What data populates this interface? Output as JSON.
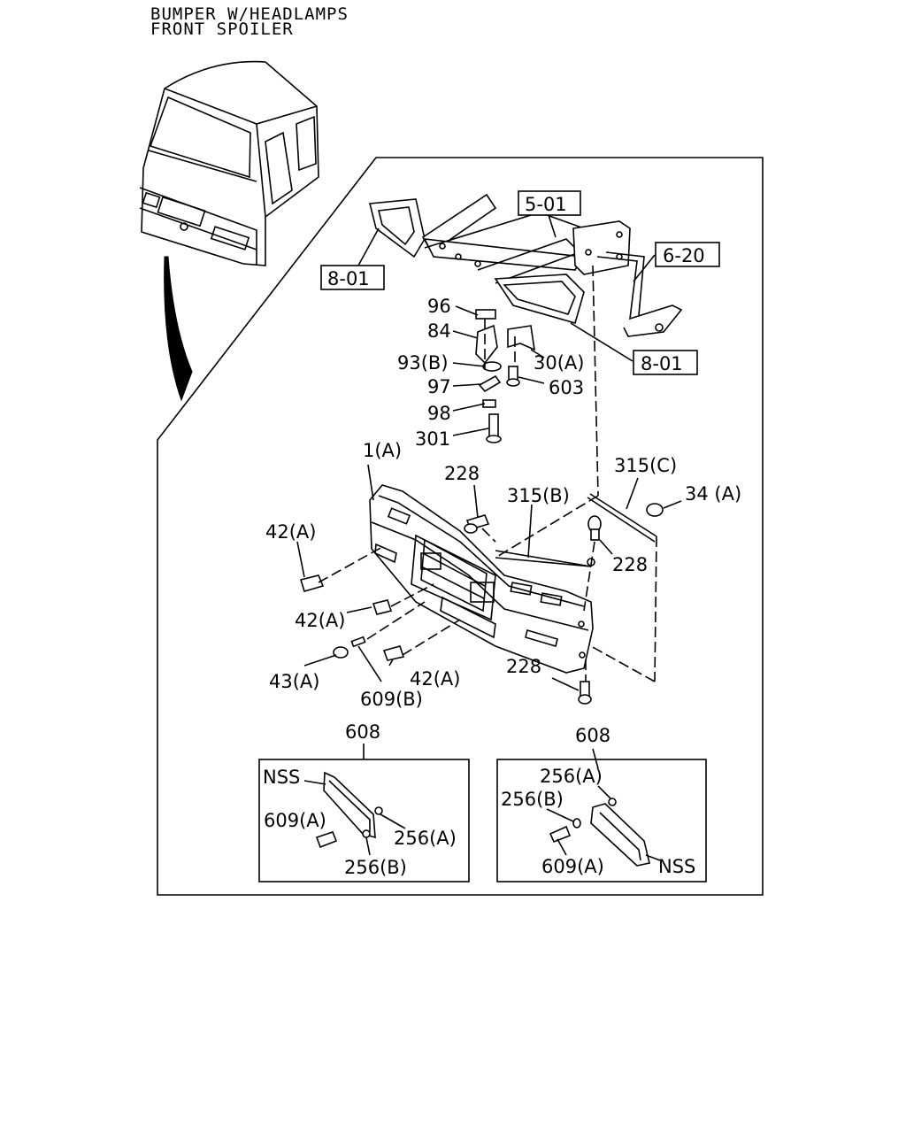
{
  "title": {
    "line1": "BUMPER W/HEADLAMPS",
    "line2": "FRONT SPOILER"
  },
  "callouts": {
    "ref_5_01": "5-01",
    "ref_6_20": "6-20",
    "ref_8_01_left": "8-01",
    "ref_8_01_right": "8-01",
    "p96": "96",
    "p84": "84",
    "p93b": "93(B)",
    "p30a": "30(A)",
    "p97": "97",
    "p603": "603",
    "p98": "98",
    "p301": "301",
    "p1a": "1(A)",
    "p228_top": "228",
    "p315b": "315(B)",
    "p315c": "315(C)",
    "p34a": "34 (A)",
    "p42a_1": "42(A)",
    "p228_mid": "228",
    "p42a_2": "42(A)",
    "p43a": "43(A)",
    "p609b": "609(B)",
    "p42a_3": "42(A)",
    "p228_bot": "228",
    "p608_left": "608",
    "p608_right": "608"
  },
  "inset_left": {
    "nss": "NSS",
    "p609a": "609(A)",
    "p256a": "256(A)",
    "p256b": "256(B)"
  },
  "inset_right": {
    "p256a": "256(A)",
    "p256b": "256(B)",
    "p609a": "609(A)",
    "nss": "NSS"
  }
}
